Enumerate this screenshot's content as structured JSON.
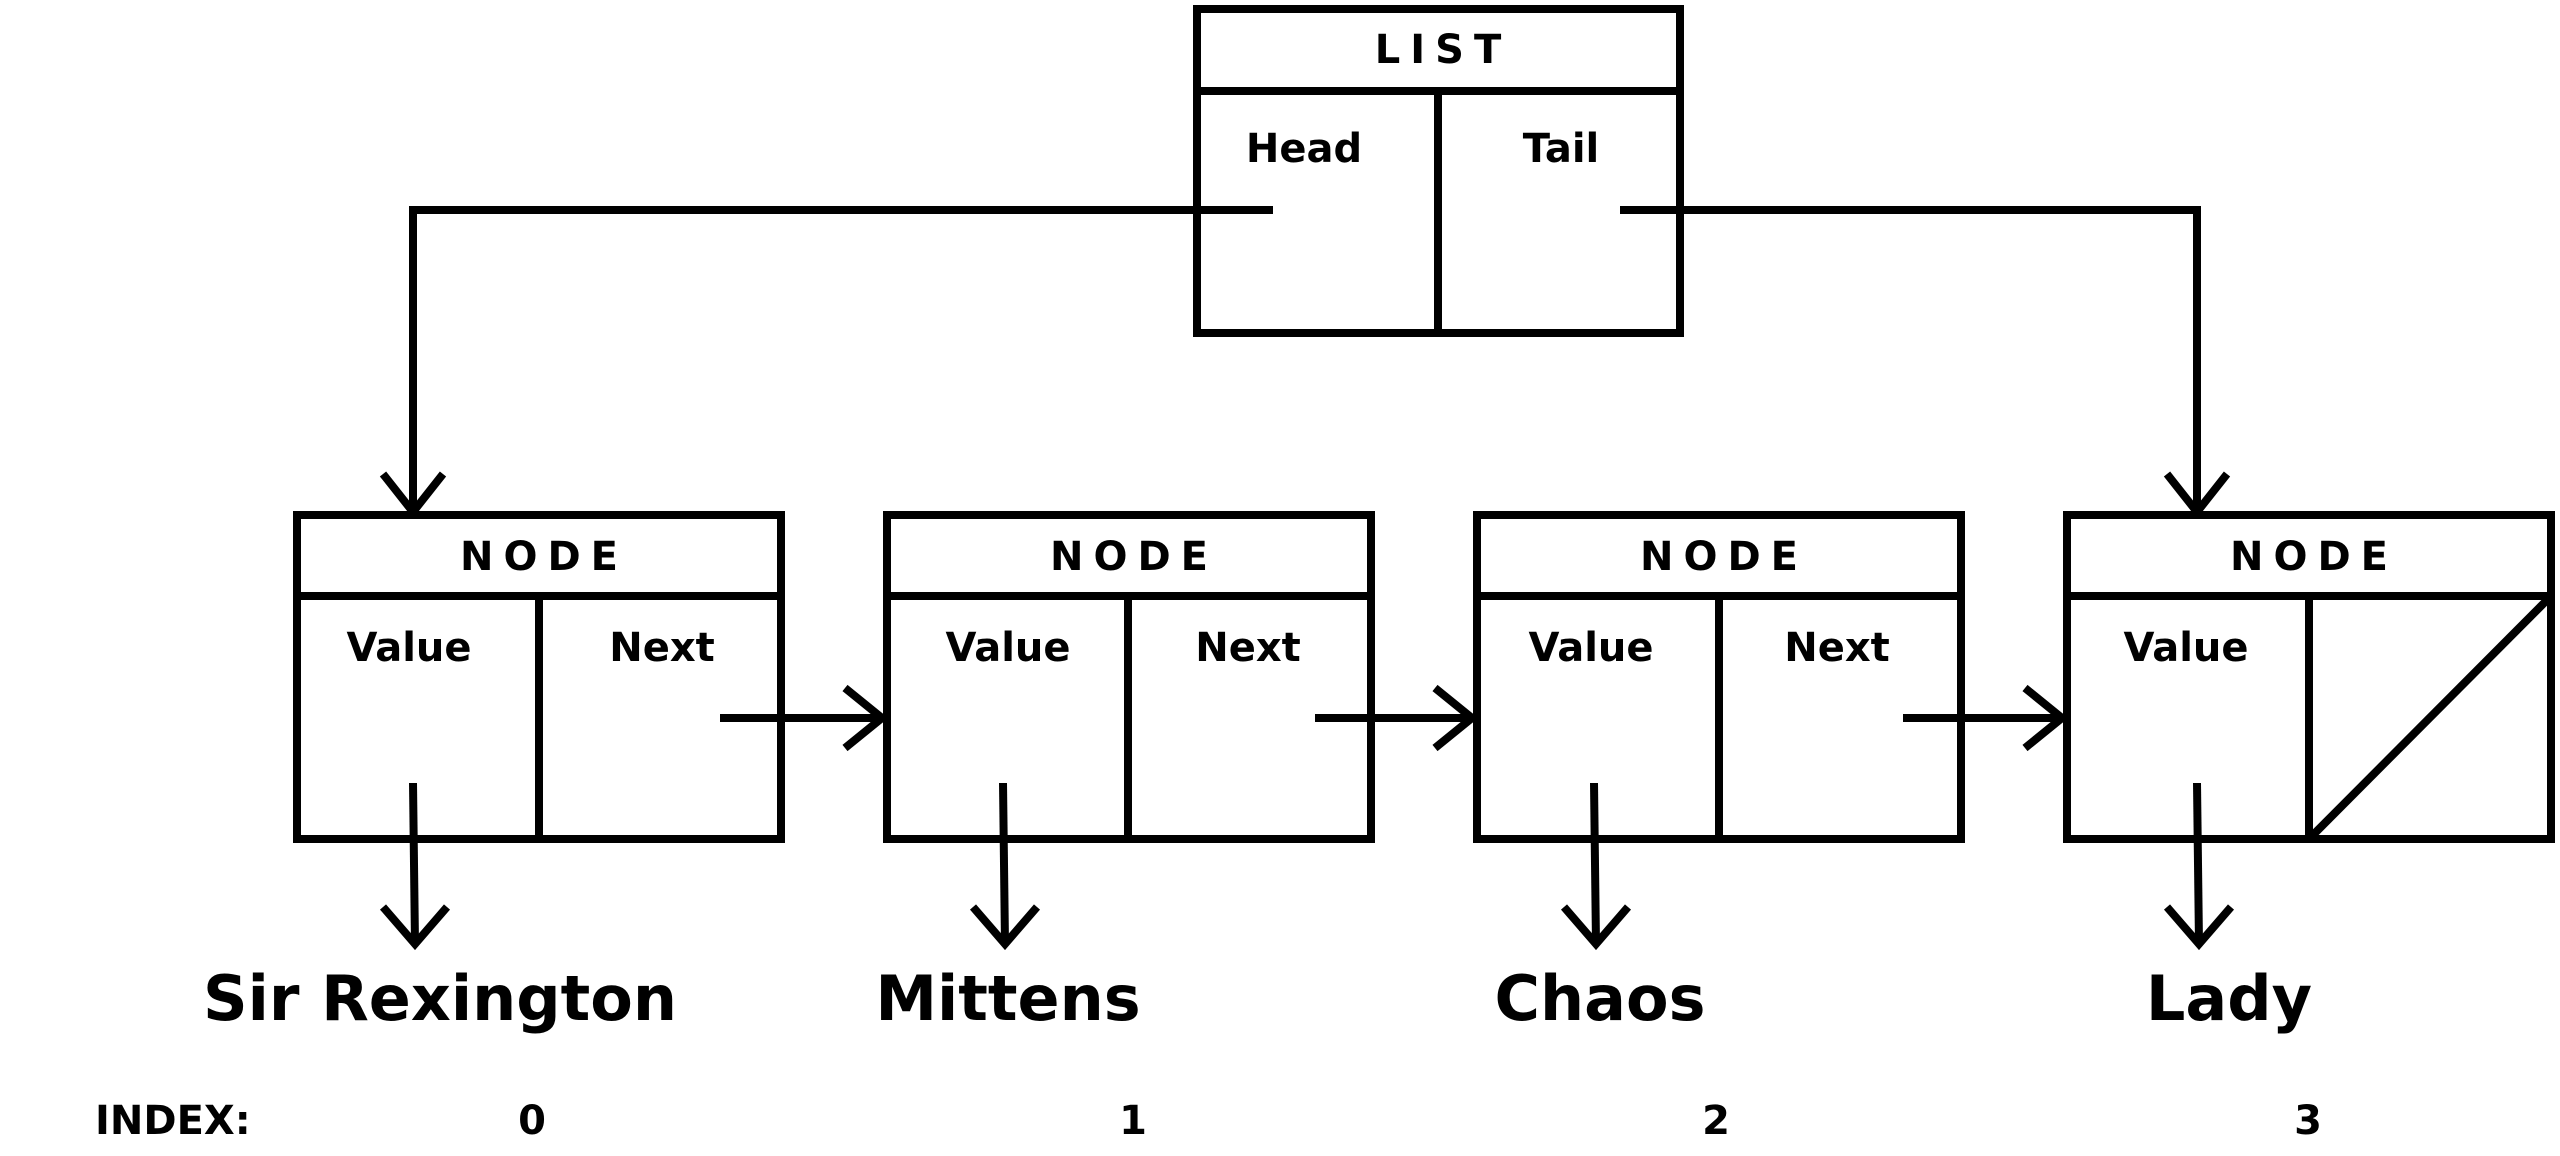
{
  "list": {
    "title": "LIST",
    "head_label": "Head",
    "tail_label": "Tail"
  },
  "nodes": [
    {
      "title": "NODE",
      "value_label": "Value",
      "next_label": "Next",
      "value": "Sir Rexington",
      "index": "0"
    },
    {
      "title": "NODE",
      "value_label": "Value",
      "next_label": "Next",
      "value": "Mittens",
      "index": "1"
    },
    {
      "title": "NODE",
      "value_label": "Value",
      "next_label": "Next",
      "value": "Chaos",
      "index": "2"
    },
    {
      "title": "NODE",
      "value_label": "Value",
      "value": "Lady",
      "index": "3"
    }
  ],
  "index_label": "INDEX:"
}
